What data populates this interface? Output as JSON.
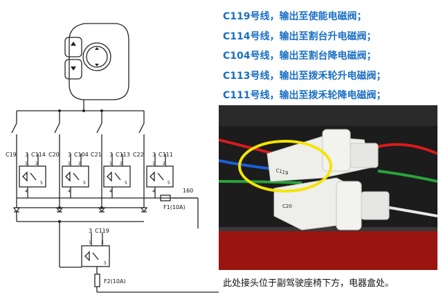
{
  "notes": [
    "C119号线，输出至使能电磁阀；",
    "C114号线，输出至割台升电磁阀；",
    "C104号线，输出至割台降电磁阀；",
    "C113号线，输出至拨禾轮升电磁阀；",
    "C111号线，输出至拨禾轮降电磁阀；"
  ],
  "caption": "此处接头位于副驾驶座椅下方，电器盒处。",
  "diagram": {
    "left_wires": [
      "C19",
      "C20",
      "C21",
      "C22"
    ],
    "relays": [
      {
        "pin": "3",
        "wire": "C114"
      },
      {
        "pin": "3",
        "wire": "C104"
      },
      {
        "pin": "3",
        "wire": "C113"
      },
      {
        "pin": "3",
        "wire": "C111"
      }
    ],
    "bottom_relay": {
      "pin": "3",
      "wire": "C119"
    },
    "wire_160": "160",
    "fuse1": "F1(10A)",
    "fuse2": "F2(10A)",
    "pin_numbers": {
      "p1": "1",
      "p2": "2",
      "p4": "4",
      "p5": "5"
    }
  },
  "photo": {
    "connector_label_1": "C119",
    "connector_label_2": "C20",
    "colors": {
      "highlight": "#f4e400",
      "connector": "#eeeeea",
      "background": "#1c1c1c",
      "box": "#b01a14"
    }
  },
  "colors": {
    "note_text": "#1a6fc4",
    "line": "#222222"
  }
}
